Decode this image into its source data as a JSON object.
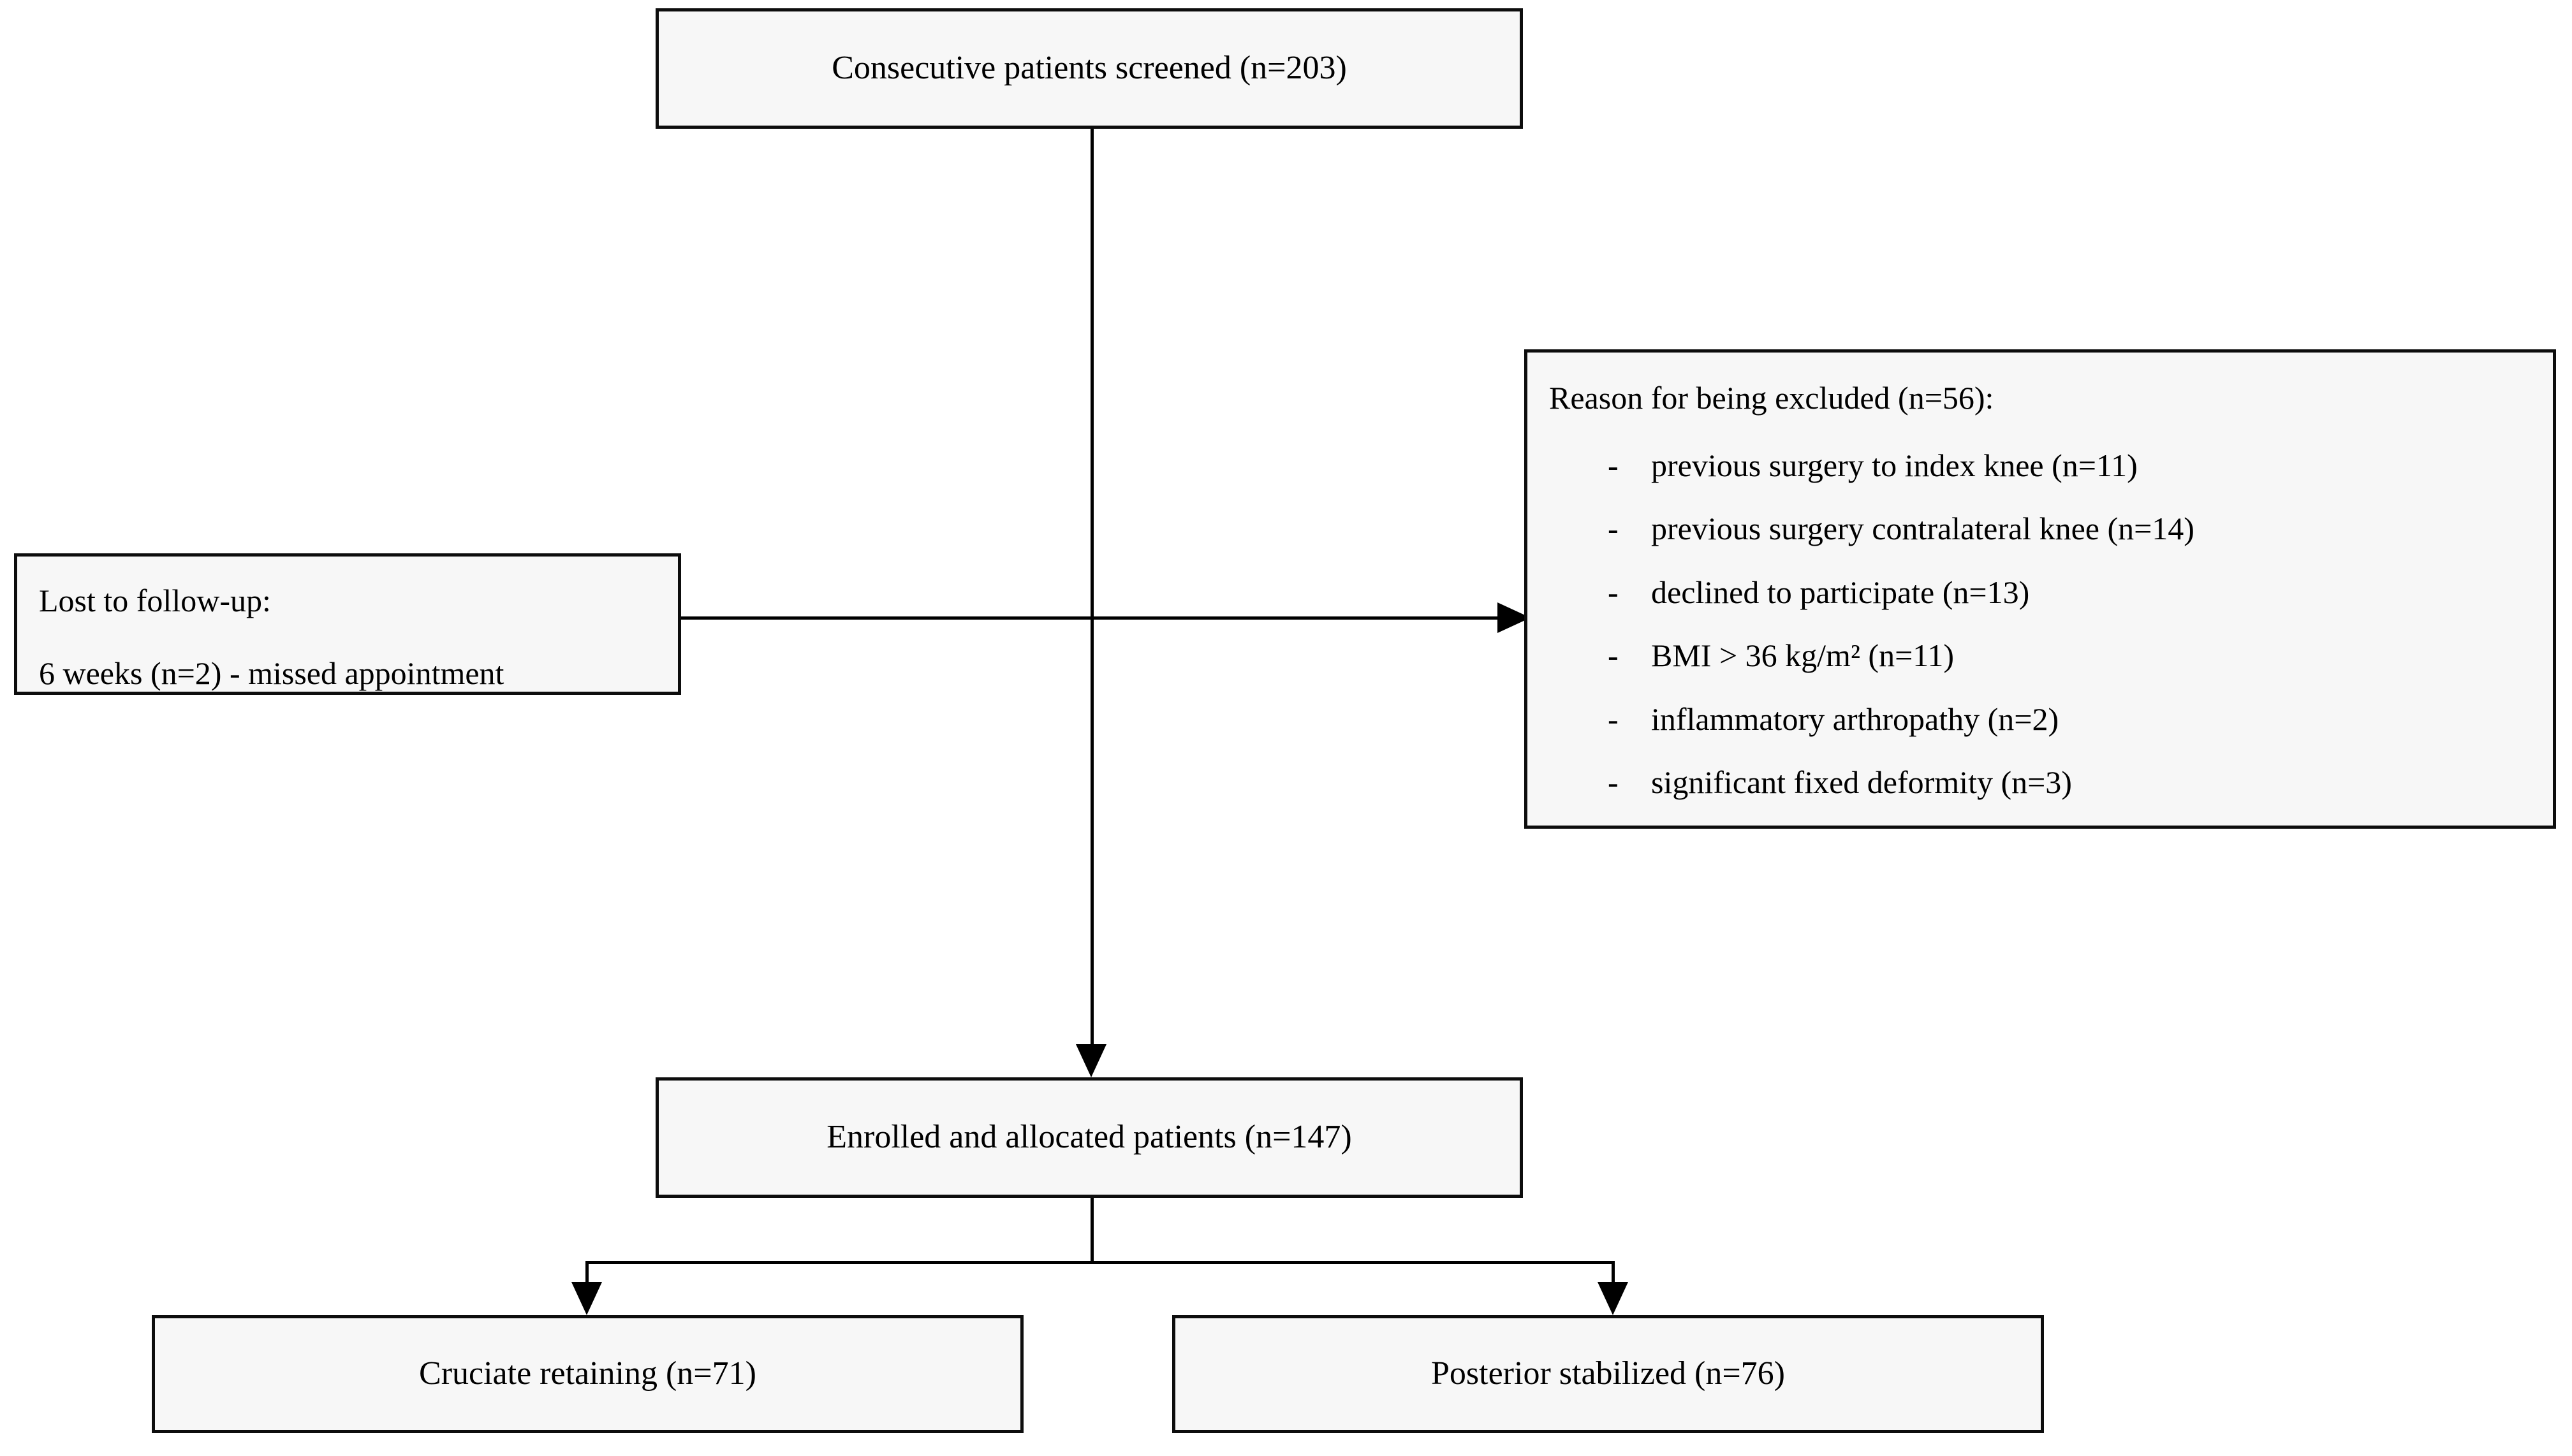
{
  "diagram": {
    "type": "consort-patient-flow-chart",
    "nodes": {
      "screened": {
        "label": "Consecutive patients screened (n=203)",
        "n": 203
      },
      "lost_to_followup": {
        "title": "Lost to follow-up:",
        "detail": "6 weeks (n=2) - missed appointment",
        "n": 2
      },
      "excluded": {
        "title": "Reason for being excluded (n=56):",
        "n": 56,
        "bullet": "-",
        "reasons": [
          {
            "label": "previous surgery to index knee (n=11)",
            "n": 11
          },
          {
            "label": "previous surgery contralateral knee (n=14)",
            "n": 14
          },
          {
            "label": "declined to participate (n=13)",
            "n": 13
          },
          {
            "label": "BMI > 36 kg/m² (n=11)",
            "n": 11
          },
          {
            "label": "inflammatory arthropathy (n=2)",
            "n": 2
          },
          {
            "label": "significant fixed deformity (n=3)",
            "n": 3
          }
        ]
      },
      "enrolled": {
        "label": "Enrolled and allocated patients (n=147)",
        "n": 147
      },
      "cruciate_retaining": {
        "label": "Cruciate retaining (n=71)",
        "n": 71
      },
      "posterior_stabilized": {
        "label": "Posterior stabilized (n=76)",
        "n": 76
      }
    },
    "colors": {
      "box_fill": "#f7f7f7",
      "box_border": "#0d0d0d",
      "connector": "#000000",
      "text": "#000000",
      "background": "#ffffff"
    }
  }
}
